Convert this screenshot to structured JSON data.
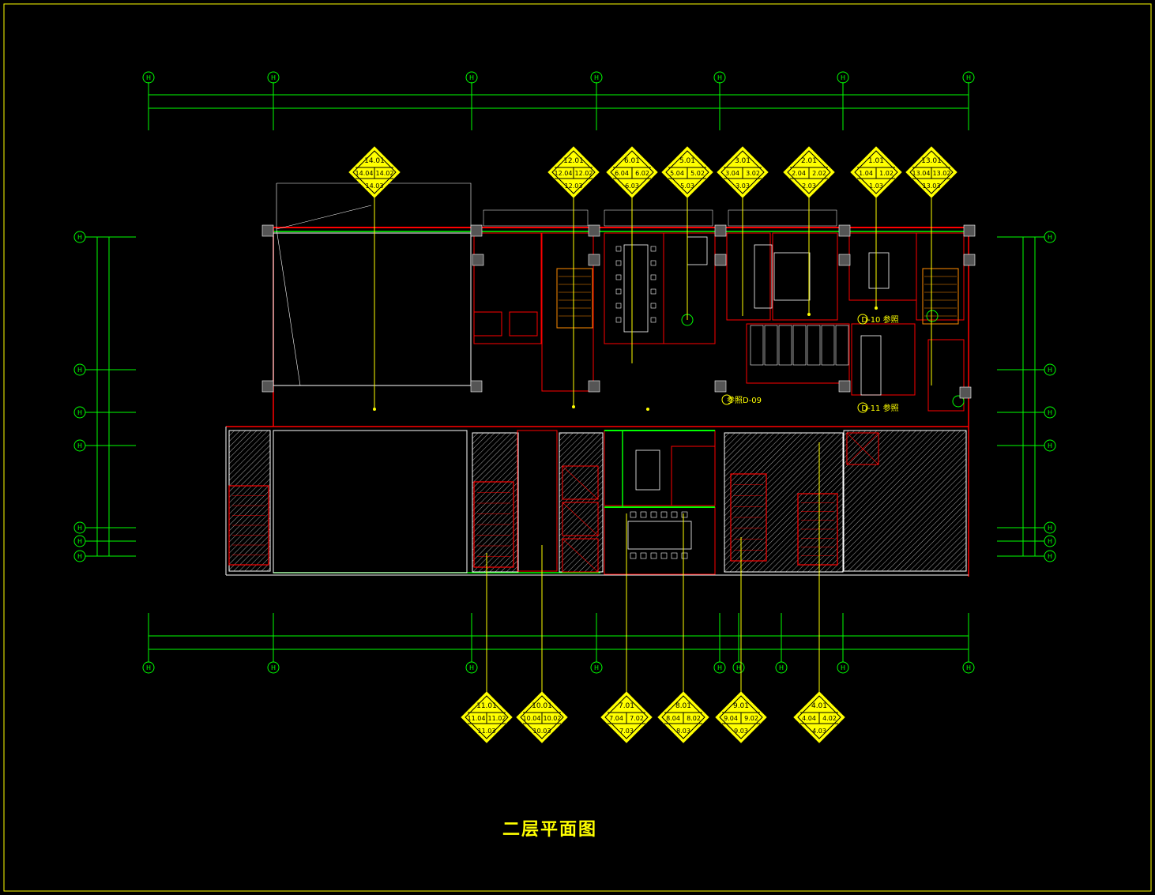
{
  "drawing": {
    "title": "二层平面图",
    "grid_bubbles_top": [
      "H",
      "H",
      "H",
      "H",
      "H",
      "H",
      "H"
    ],
    "grid_bubbles_left": [
      "H",
      "H",
      "H",
      "H",
      "H",
      "H",
      "H"
    ],
    "callouts_top": [
      {
        "center": "14.01",
        "left": "14.04",
        "right": "14.02",
        "bottom": "14.03"
      },
      {
        "center": "12.01",
        "left": "12.04",
        "right": "12.02",
        "bottom": "12.03"
      },
      {
        "center": "6.01",
        "left": "6.04",
        "right": "6.02",
        "bottom": "6.03"
      },
      {
        "center": "5.01",
        "left": "5.04",
        "right": "5.02",
        "bottom": "5.03"
      },
      {
        "center": "3.01",
        "left": "3.04",
        "right": "3.02",
        "bottom": "3.03"
      },
      {
        "center": "2.01",
        "left": "2.04",
        "right": "2.02",
        "bottom": "2.03"
      },
      {
        "center": "1.01",
        "left": "1.04",
        "right": "1.02",
        "bottom": "1.03"
      },
      {
        "center": "13.01",
        "left": "13.04",
        "right": "13.02",
        "bottom": "13.03"
      }
    ],
    "callouts_bottom": [
      {
        "center": "11.01",
        "left": "11.04",
        "right": "11.02",
        "bottom": "11.03"
      },
      {
        "center": "10.01",
        "left": "10.04",
        "right": "10.02",
        "bottom": "10.03"
      },
      {
        "center": "7.01",
        "left": "7.04",
        "right": "7.02",
        "bottom": "7.03"
      },
      {
        "center": "8.01",
        "left": "8.04",
        "right": "8.02",
        "bottom": "8.03"
      },
      {
        "center": "9.01",
        "left": "9.04",
        "right": "9.02",
        "bottom": "9.03"
      },
      {
        "center": "4.01",
        "left": "4.04",
        "right": "4.02",
        "bottom": "4.03"
      }
    ],
    "markers": [
      {
        "text": "D-10 参照"
      },
      {
        "text": "D-11 参照"
      },
      {
        "text": "参照D-09"
      }
    ],
    "colors": {
      "background": "#000000",
      "grid": "#00ff00",
      "annotation": "#ffff00",
      "wall": "#ff0000",
      "frame": "#ffff00",
      "detail": "#ffffff"
    }
  }
}
